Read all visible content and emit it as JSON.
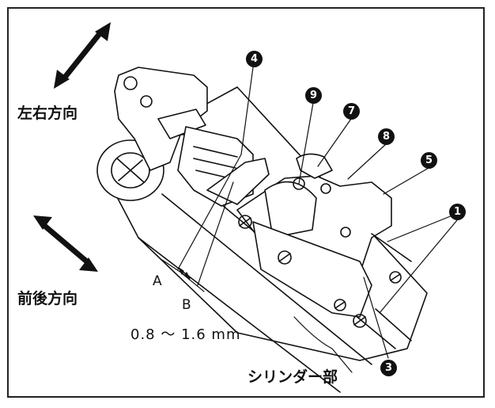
{
  "labels": {
    "left_right": "左右方向",
    "front_back": "前後方向",
    "cylinder": "シリンダー部",
    "dim_a": "A",
    "dim_b": "B",
    "dimension": "0.8 ～ 1.6 mm"
  },
  "callouts": {
    "n1": "1",
    "n3": "3",
    "n4": "4",
    "n5": "5",
    "n7": "7",
    "n8": "8",
    "n9": "9"
  },
  "colors": {
    "line": "#111111",
    "callout_fill": "#111111",
    "background": "#ffffff"
  }
}
